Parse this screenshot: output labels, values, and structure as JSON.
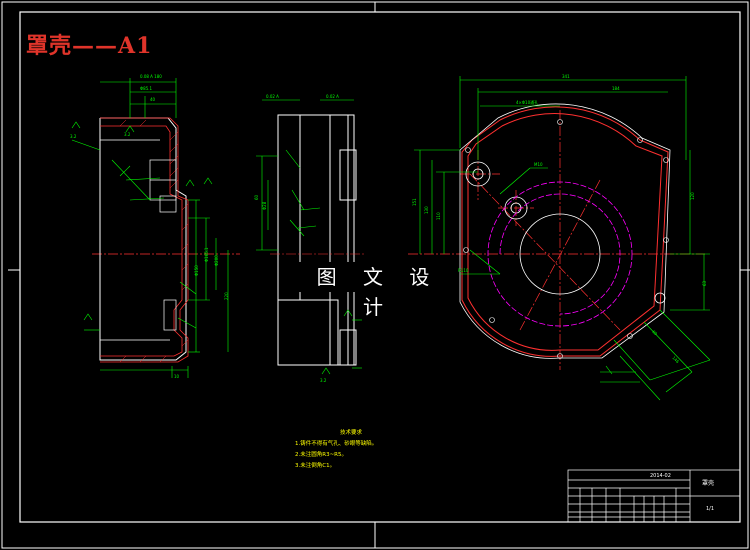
{
  "drawing": {
    "title": "罩壳——A1",
    "watermark": "图 文 设 计",
    "part_name": "罩壳",
    "drawing_number": "2014-02",
    "sheet": "1/1"
  },
  "tech_requirements": {
    "heading": "技术要求",
    "items": [
      "1.铸件不得有气孔、砂眼等缺陷。",
      "2.未注圆角R3~R5。",
      "3.未注倒角C1。"
    ]
  },
  "colors": {
    "background": "#000000",
    "frame": "#ffffff",
    "outline": "#ffffff",
    "dimension": "#00ff00",
    "centerline": "#ff0000",
    "hatch": "#ff3030",
    "pitch_circle": "#ff00ff",
    "title": "#e0342a",
    "notes": "#ffff00"
  }
}
